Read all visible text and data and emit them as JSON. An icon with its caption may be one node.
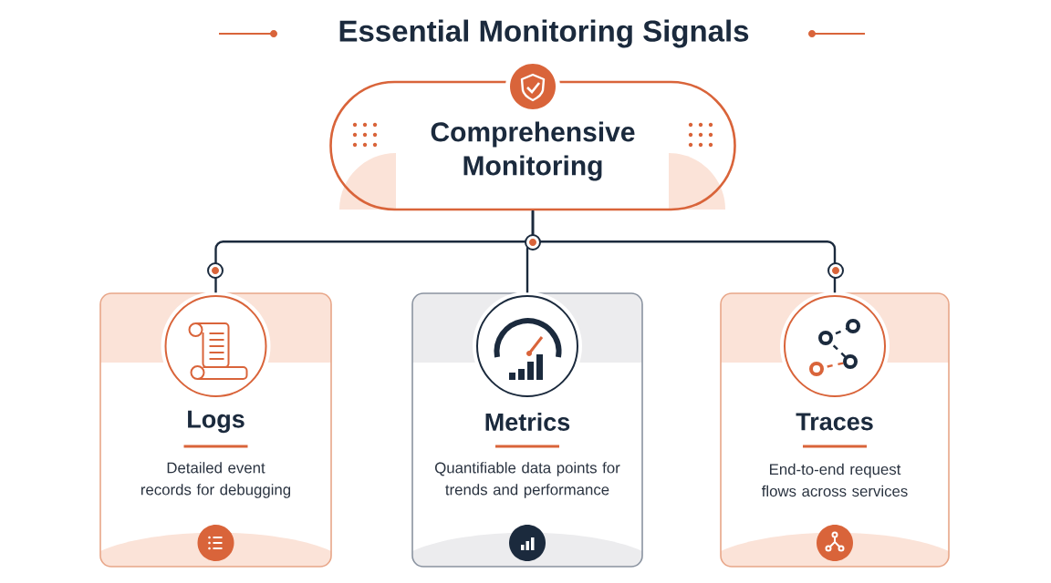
{
  "diagram": {
    "title": "Essential Monitoring Signals",
    "nodes": [
      {
        "text": [
          "Comprehensive Monitoring"
        ]
      },
      {
        "text": [
          "Logs",
          "Detailed event records for debugging"
        ]
      },
      {
        "text": [
          "Metrics",
          "Quantifiable data points for trends and performance"
        ]
      },
      {
        "text": [
          "Traces",
          "End-to-end request flows across services"
        ]
      }
    ],
    "edges": [
      {
        "from": 0,
        "to": 1,
        "arrow": "none"
      },
      {
        "from": 0,
        "to": 2,
        "arrow": "none"
      },
      {
        "from": 0,
        "to": 3,
        "arrow": "none"
      }
    ]
  }
}
